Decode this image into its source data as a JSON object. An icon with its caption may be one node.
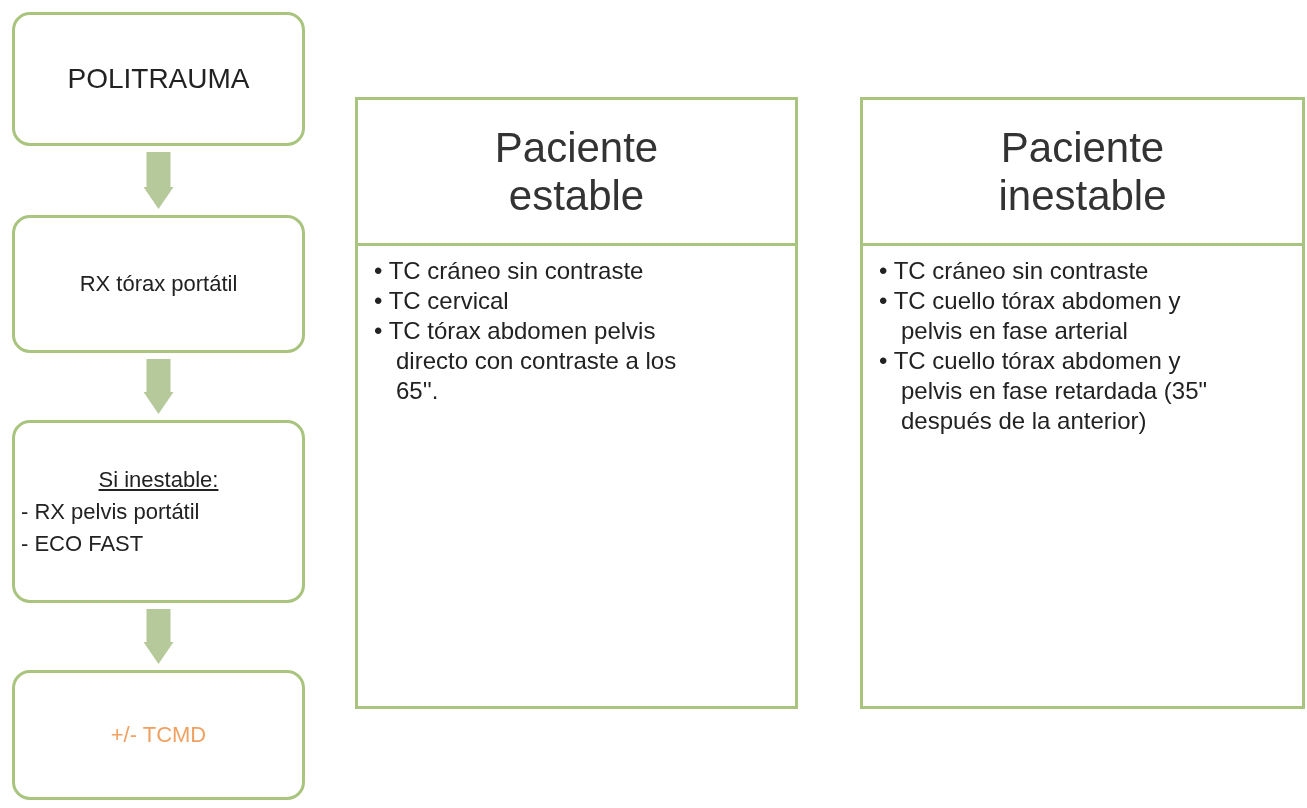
{
  "diagram": {
    "nodes": [
      {
        "text": [
          "POLITRAUMA"
        ]
      },
      {
        "text": [
          "RX tórax portátil"
        ]
      },
      {
        "text": [
          "Si inestable:",
          "- RX pelvis portátil",
          "- ECO FAST"
        ]
      },
      {
        "text": [
          "+/- TCMD"
        ]
      },
      {
        "text": [
          "Paciente estable",
          "• TC cráneo sin contraste",
          "• TC cervical",
          "• TC tórax abdomen pelvis directo con contraste a los 65''."
        ]
      },
      {
        "text": [
          "Paciente inestable",
          "• TC cráneo sin contraste",
          "• TC cuello tórax abdomen y pelvis en fase arterial",
          "• TC cuello tórax abdomen y pelvis en fase retardada (35\" después de la anterior)"
        ]
      }
    ],
    "edges": [
      {
        "from": 0,
        "to": 1,
        "arrow": "to"
      },
      {
        "from": 1,
        "to": 2,
        "arrow": "to"
      },
      {
        "from": 2,
        "to": 3,
        "arrow": "to"
      }
    ]
  }
}
